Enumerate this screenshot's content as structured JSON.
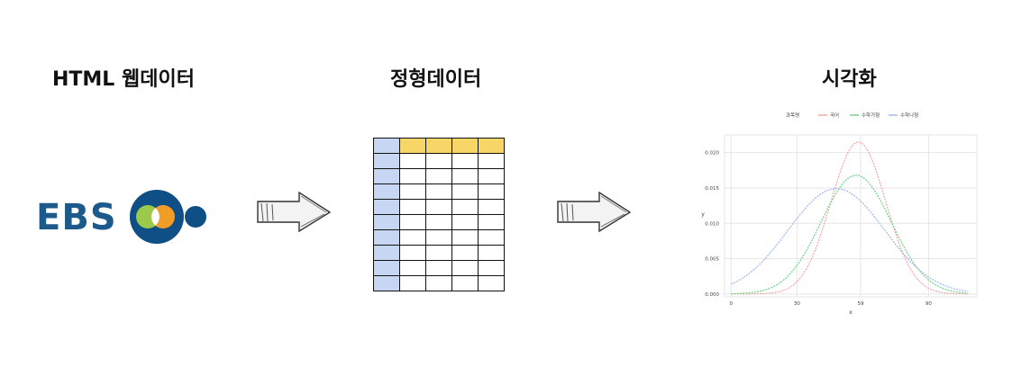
{
  "headings": {
    "web": "HTML 웹데이터",
    "structured": "정형데이터",
    "visual": "시각화"
  },
  "logo": {
    "text": "EBS",
    "colors": {
      "blue": "#0f4f86",
      "green": "#9bc94a",
      "orange": "#f29c28"
    }
  },
  "icons": {
    "arrow_1": "arrow-right-icon",
    "arrow_2": "arrow-right-icon"
  },
  "table": {
    "rows": 10,
    "cols": 5,
    "header_color": "#f8d567",
    "index_color": "#c7d7f3"
  },
  "chart_data": {
    "type": "line",
    "legend_title": "과목명",
    "legend_position": "top",
    "series": [
      {
        "name": "국어",
        "color": "#f4a6a6",
        "mean": 58,
        "sd": 12.5,
        "peak": 0.0215
      },
      {
        "name": "수학가형",
        "color": "#6fd18a",
        "mean": 57,
        "sd": 16,
        "peak": 0.0168
      },
      {
        "name": "수학나형",
        "color": "#9fb7ec",
        "mean": 48,
        "sd": 22,
        "peak": 0.0149
      }
    ],
    "xlabel": "x",
    "ylabel": "y",
    "xlim": [
      -3,
      112
    ],
    "ylim": [
      -0.0004,
      0.0225
    ],
    "xticks": [
      0,
      30,
      59,
      90
    ],
    "xtick_labels": [
      "0",
      "30",
      "59",
      "90"
    ],
    "yticks": [
      0.0,
      0.005,
      0.01,
      0.015,
      0.02
    ],
    "ytick_labels": [
      "0.000",
      "0.005",
      "0.010",
      "0.015",
      "0.020"
    ],
    "grid": true
  }
}
